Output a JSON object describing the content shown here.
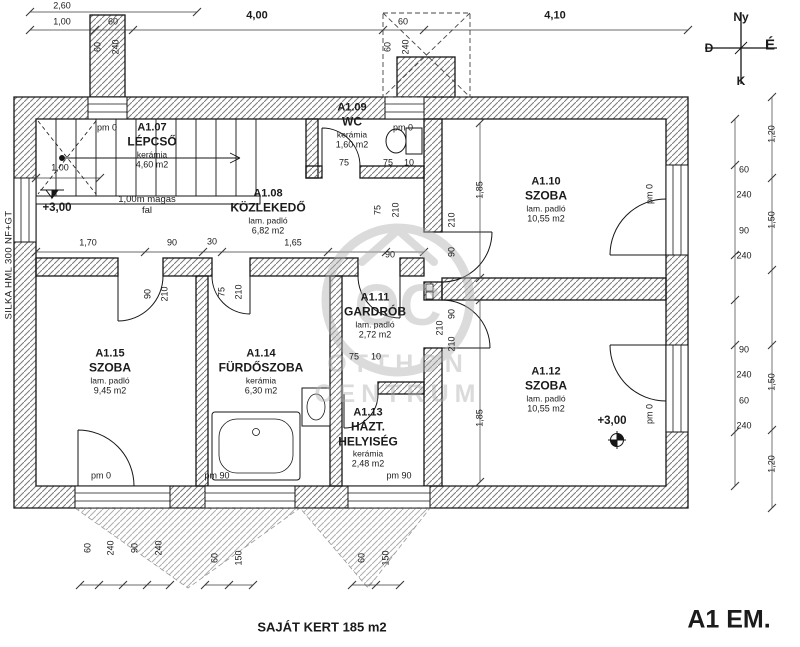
{
  "title": "A1 EM.",
  "footer": "SAJÁT KERT 185 m2",
  "notes": {
    "wall_material": "SILKA HML 300 NF+GT",
    "low_wall": "1,00m magas fal",
    "level_left": "+3,00",
    "level_right": "+3,00"
  },
  "compass": {
    "top": "Ny",
    "left": "D",
    "right": "É",
    "bottom": "K"
  },
  "watermark": {
    "monogram": "OC",
    "line1": "OTTHON",
    "line2": "CENTRUM"
  },
  "rooms": [
    {
      "code": "A1.07",
      "name": "LÉPCSŐ",
      "floor": "kerámia",
      "area": "4,60 m2"
    },
    {
      "code": "A1.08",
      "name": "KÖZLEKEDŐ",
      "floor": "lam. padló",
      "area": "6,82 m2"
    },
    {
      "code": "A1.09",
      "name": "WC",
      "floor": "kerámia",
      "area": "1,60 m2"
    },
    {
      "code": "A1.10",
      "name": "SZOBA",
      "floor": "lam. padló",
      "area": "10,55 m2"
    },
    {
      "code": "A1.11",
      "name": "GARDRÓB",
      "floor": "lam. padló",
      "area": "2,72 m2"
    },
    {
      "code": "A1.12",
      "name": "SZOBA",
      "floor": "lam. padló",
      "area": "10,55 m2"
    },
    {
      "code": "A1.13",
      "name": "HÁZT. HELYISÉG",
      "floor": "kerámia",
      "area": "2,48 m2"
    },
    {
      "code": "A1.14",
      "name": "FÜRDŐSZOBA",
      "floor": "kerámia",
      "area": "6,30 m2"
    },
    {
      "code": "A1.15",
      "name": "SZOBA",
      "floor": "lam. padló",
      "area": "9,45 m2"
    }
  ],
  "dims": [
    "2,60",
    "1,00",
    "60",
    "4,00",
    "60",
    "4,10",
    "pm 0",
    "pm 0",
    "75",
    "75",
    "10",
    "1,70",
    "90",
    "30",
    "1,65",
    "90",
    "75",
    "10",
    "pm 0",
    "pm 90",
    "pm 90",
    "60",
    "240",
    "90",
    "240",
    "90",
    "240",
    "60",
    "240",
    "1,00",
    "60",
    "240",
    "60",
    "240",
    "90",
    "210",
    "75",
    "210",
    "75",
    "210",
    "210",
    "90",
    "90",
    "210",
    "1,85",
    "1,85",
    "210",
    "pm 0",
    "pm 0",
    "1,20",
    "1,50",
    "1,50",
    "1,20",
    "60",
    "240",
    "90",
    "240",
    "60",
    "150",
    "60",
    "150"
  ]
}
